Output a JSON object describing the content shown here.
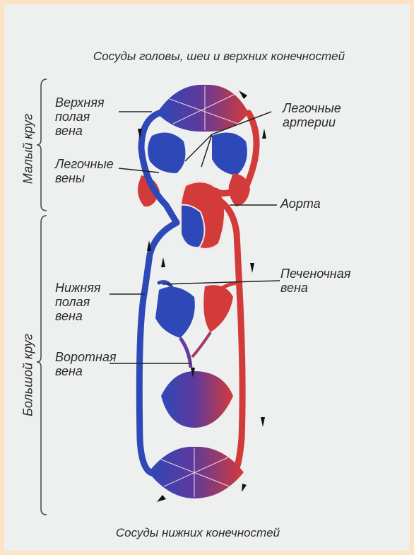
{
  "captions": {
    "top": "Сосуды головы, шеи и верхних конечностей",
    "bottom": "Сосуды нижних конечностей"
  },
  "circles": {
    "small": "Малый круг",
    "large": "Большой круг"
  },
  "labels": {
    "superior_vena_cava": "Верхняя\nполая\nвена",
    "pulmonary_veins": "Легочные\nвены",
    "inferior_vena_cava": "Нижняя\nполая\nвена",
    "portal_vein": "Воротная\nвена",
    "pulmonary_arteries": "Легочные\nартерии",
    "aorta": "Аорта",
    "hepatic_vein": "Печеночная\nвена"
  },
  "colors": {
    "background_outer": "#fbe3c4",
    "background_inner": "#eef0f0",
    "venous": "#2d49b8",
    "arterial": "#d33a3a",
    "text": "#2b2b2b"
  }
}
